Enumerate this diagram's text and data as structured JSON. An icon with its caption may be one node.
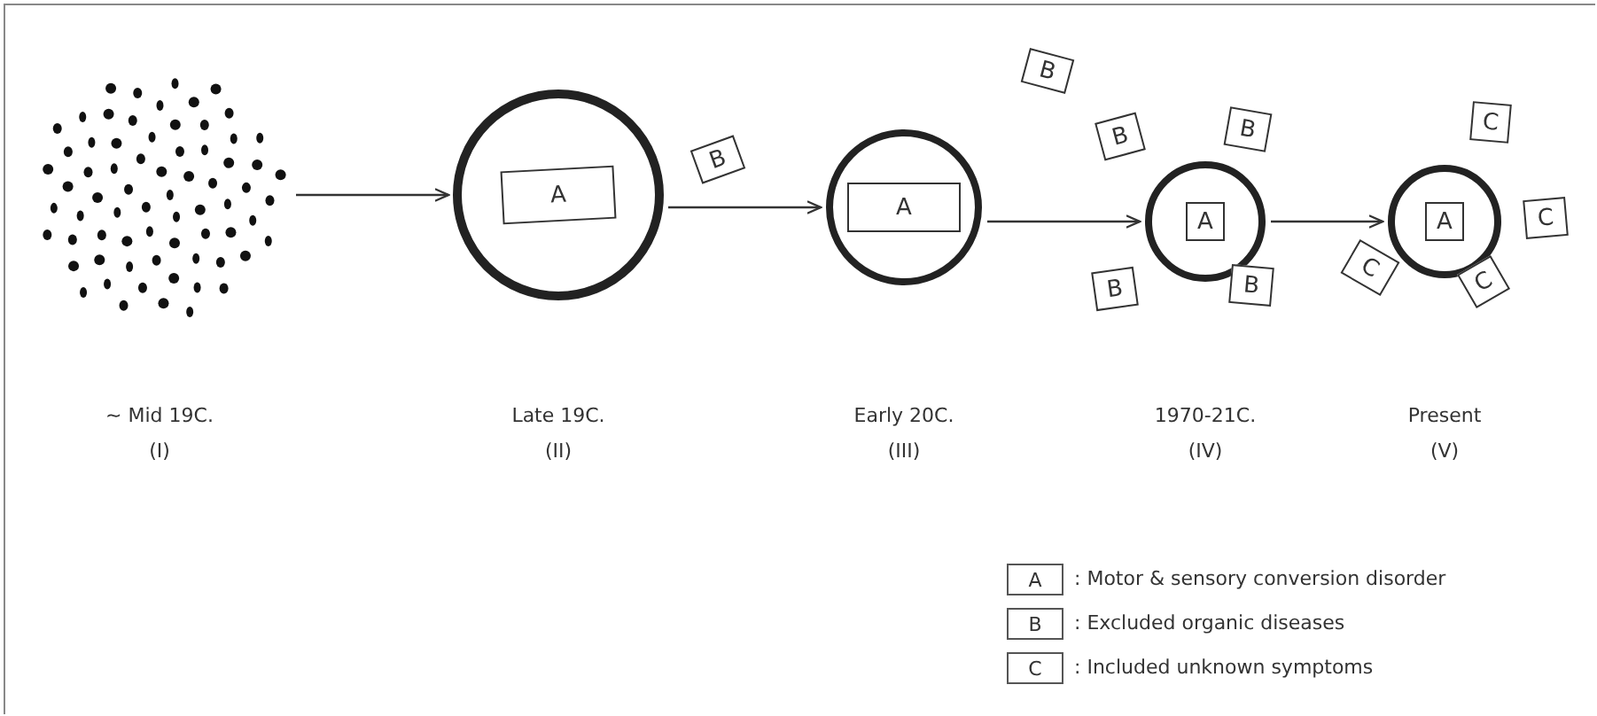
{
  "diagram": {
    "nodes": [
      {
        "text": [],
        "shape": "picture",
        "beside": [
          "~ Mid 19C.",
          "(I)"
        ]
      },
      {
        "text": [],
        "shape": "circle",
        "beside": [
          "Late 19C.",
          "(II)"
        ]
      },
      {
        "text": [
          "A"
        ],
        "in": 1
      },
      {
        "text": [],
        "shape": "circle",
        "beside": [
          "Early 20C.",
          "(III)"
        ]
      },
      {
        "text": [
          "A"
        ],
        "in": 3
      },
      {
        "text": [
          "B"
        ]
      },
      {
        "text": [
          "B"
        ]
      },
      {
        "text": [],
        "shape": "circle",
        "beside": [
          "1970-21C.",
          "(IV)"
        ]
      },
      {
        "text": [
          "A"
        ],
        "in": 7
      },
      {
        "text": [
          "B"
        ]
      },
      {
        "text": [
          "B"
        ]
      },
      {
        "text": [
          "B"
        ]
      },
      {
        "text": [
          "B"
        ]
      },
      {
        "text": [],
        "shape": "circle",
        "beside": [
          "Present",
          "(V)"
        ]
      },
      {
        "text": [
          "A"
        ],
        "in": 13
      },
      {
        "text": [
          "C"
        ]
      },
      {
        "text": [
          "C"
        ]
      },
      {
        "text": [
          "C"
        ]
      },
      {
        "text": [
          "C"
        ]
      }
    ],
    "edges": [
      {
        "from": 0,
        "to": 1,
        "arrow": "to"
      },
      {
        "from": 1,
        "to": 3,
        "arrow": "to"
      },
      {
        "from": 3,
        "to": 7,
        "arrow": "to"
      },
      {
        "from": 7,
        "to": 13,
        "arrow": "to"
      }
    ],
    "labels": [
      "A",
      ": Motor & sensory conversion disorder",
      "B",
      ": Excluded organic diseases",
      "C",
      ": Included unknown symptoms"
    ]
  }
}
